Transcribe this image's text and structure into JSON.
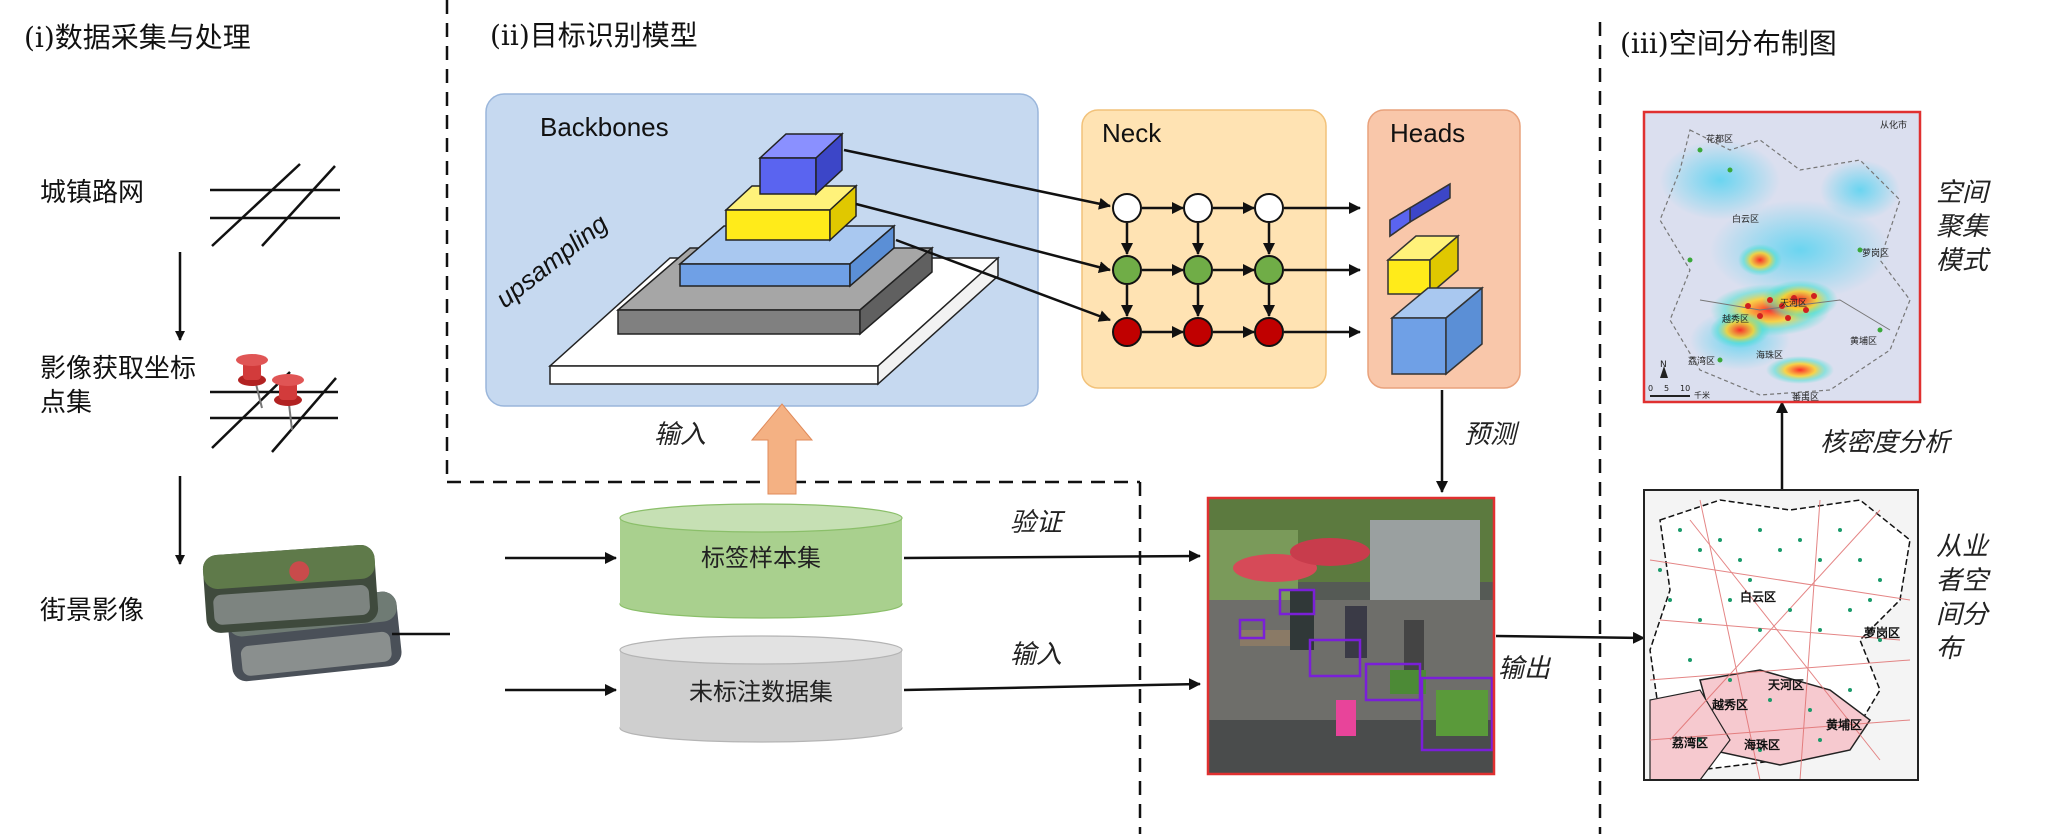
{
  "sections": {
    "s1_title": "(i)数据采集与处理",
    "s2_title": "(ii)目标识别模型",
    "s3_title": "(iii)空间分布制图"
  },
  "stage1": {
    "road_network": "城镇路网",
    "coord_points": "影像获取坐标点集",
    "street_images": "街景影像"
  },
  "model": {
    "backbones": "Backbones",
    "upsampling": "upsampling",
    "neck": "Neck",
    "heads": "Heads"
  },
  "datasets": {
    "labeled": "标签样本集",
    "unlabeled": "未标注数据集"
  },
  "flow": {
    "input_model": "输入",
    "predict": "预测",
    "validate": "验证",
    "input_data": "输入",
    "output": "输出",
    "kde": "核密度分析"
  },
  "maps": {
    "density_caption": "空间聚集模式",
    "worker_caption": "从业者空间分布",
    "density_labels": [
      "花都区",
      "从化市",
      "白云区",
      "萝岗区",
      "越秀区",
      "天河区",
      "荔湾区",
      "海珠区",
      "黄埔区",
      "番禺区"
    ],
    "scale_text": "千米",
    "scale_ticks": [
      "0",
      "5",
      "10"
    ],
    "north": "N",
    "worker_labels": [
      "白云区",
      "萝岗区",
      "天河区",
      "越秀区",
      "黄埔区",
      "荔湾区",
      "海珠区"
    ]
  },
  "colors": {
    "backbone_bg": "#c6d9f0",
    "neck_bg": "#ffe3b3",
    "heads_bg": "#f9c7aa",
    "labeled_cyl": "#a9d08e",
    "unlabeled_cyl": "#cfcfcf",
    "node_white": "#ffffff",
    "node_green": "#70ad47",
    "node_red": "#c00000",
    "arrow_up": "#f4b183",
    "map_border": "#e03030"
  }
}
